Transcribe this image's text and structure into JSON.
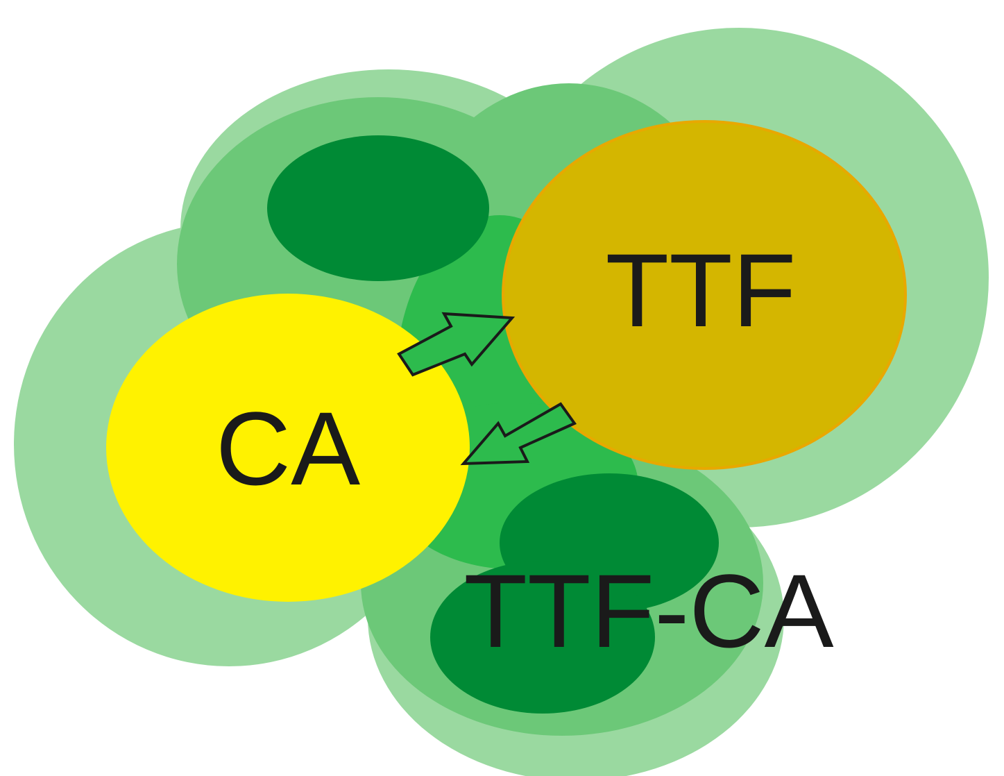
{
  "diagram": {
    "nodes": {
      "ca": {
        "label": "CA",
        "color": "#fff200"
      },
      "ttf": {
        "label": "TTF",
        "color": "#d4b600",
        "border": "#e8a800"
      },
      "ttf_ca": {
        "label": "TTF-CA",
        "color": "#008a35"
      }
    },
    "colors": {
      "halo_light": "#9ad9a0",
      "halo_mid": "#6cc878",
      "core_green": "#2dbb4d",
      "dark_green": "#008a35",
      "arrow_fill": "#2dbb4d",
      "arrow_stroke": "#1a1a1a",
      "text": "#1a1a1a"
    }
  }
}
